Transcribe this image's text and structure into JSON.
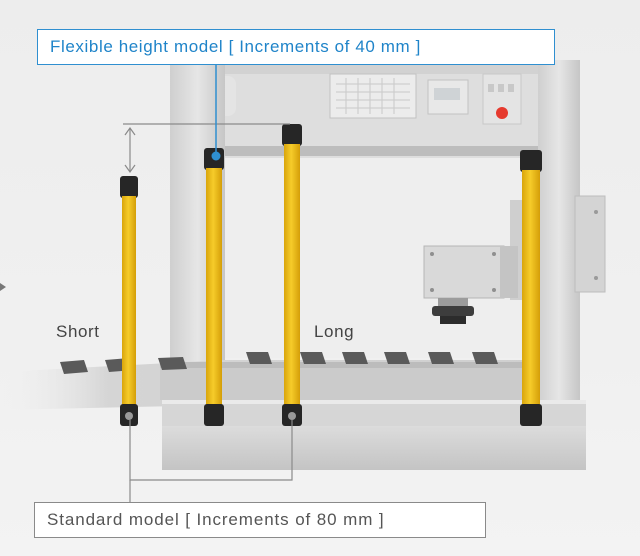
{
  "callouts": {
    "flexible": "Flexible height model [ Increments of 40 mm ]",
    "standard": "Standard model [ Increments of 80 mm ]"
  },
  "labels": {
    "short": "Short",
    "long": "Long"
  },
  "colors": {
    "flexible_accent": "#1f84c9",
    "standard_accent": "#8a8a8a",
    "light_curtain_yellow": "#f2c219",
    "emergency_stop_red": "#e63a2e"
  }
}
